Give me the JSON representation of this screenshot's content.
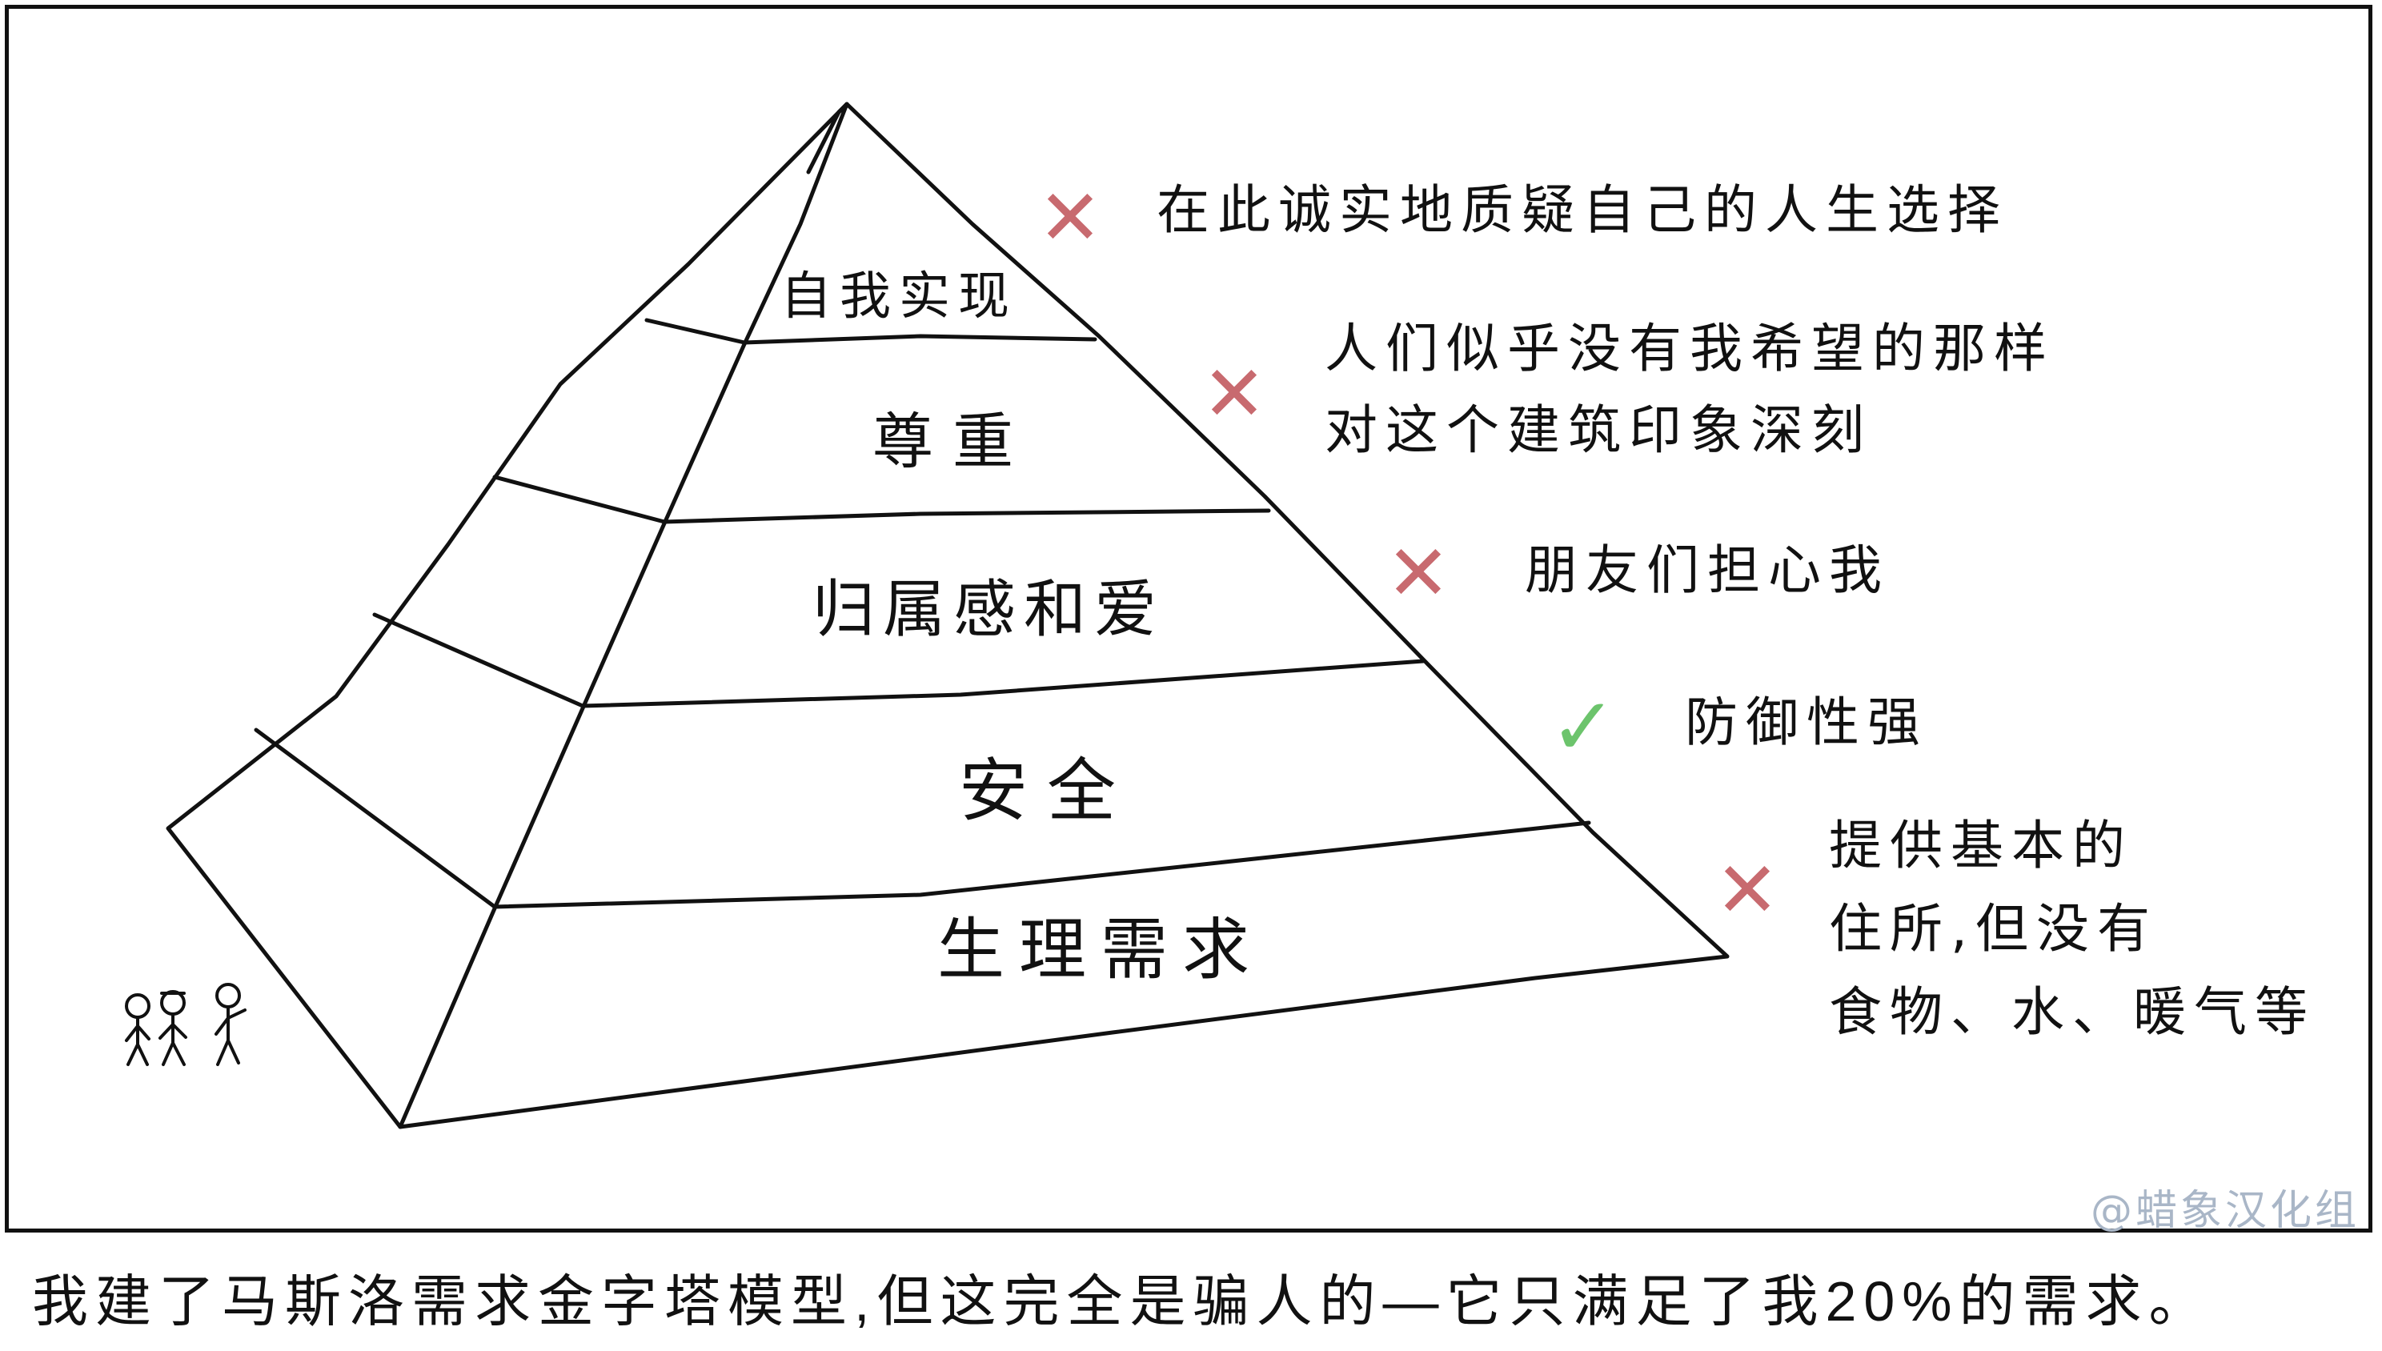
{
  "pyramid": {
    "tiers": [
      {
        "id": "self-actualization",
        "label": "自我实现"
      },
      {
        "id": "esteem",
        "label": "尊重"
      },
      {
        "id": "love-belonging",
        "label": "归属感和爱"
      },
      {
        "id": "safety",
        "label": "安全"
      },
      {
        "id": "physiological",
        "label": "生理需求"
      }
    ]
  },
  "annotations": [
    {
      "status": "cross",
      "text": "在此诚实地质疑自己的人生选择"
    },
    {
      "status": "cross",
      "lines": [
        "人们似乎没有我希望的那样",
        "对这个建筑印象深刻"
      ]
    },
    {
      "status": "cross",
      "text": "朋友们担心我"
    },
    {
      "status": "check",
      "text": "防御性强"
    },
    {
      "status": "cross",
      "lines": [
        "提供基本的",
        "住所,但没有",
        "食物、水、暖气等"
      ]
    }
  ],
  "marks": {
    "cross": "✕",
    "check": "✓"
  },
  "colors": {
    "cross": "#c86a6f",
    "check": "#6cc46c",
    "ink": "#111111",
    "credit": "#a9b6c7"
  },
  "credit": "@蜡象汉化组",
  "caption": "我建了马斯洛需求金字塔模型,但这完全是骗人的—它只满足了我20%的需求。"
}
